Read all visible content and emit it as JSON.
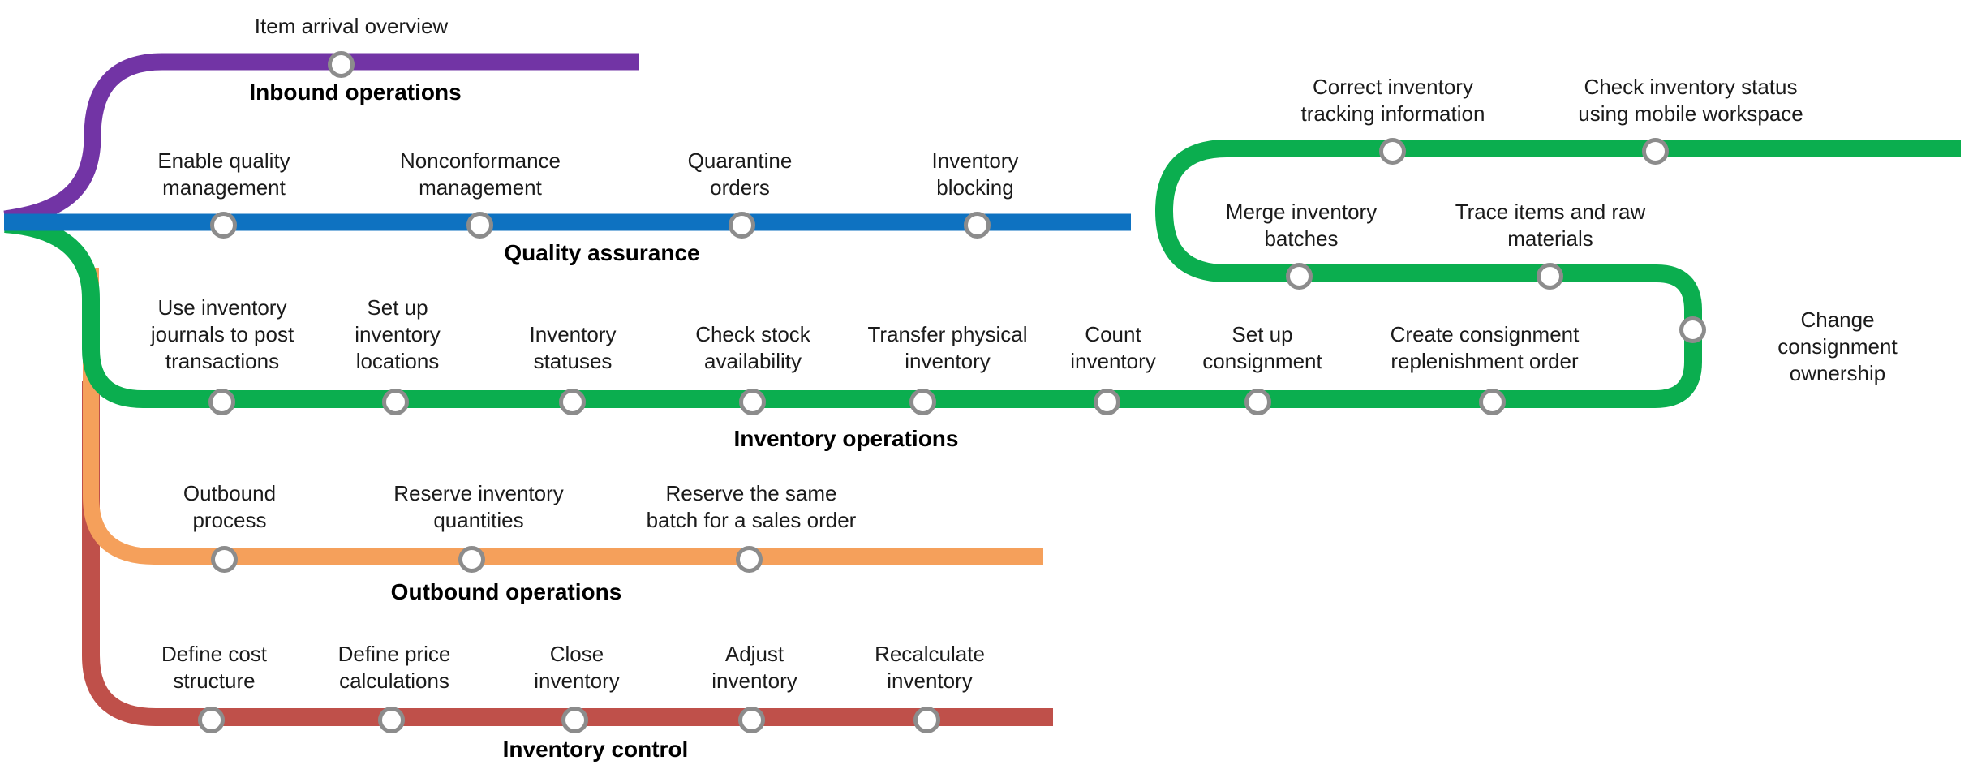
{
  "diagram": {
    "stop_ring_color": "#8C8C8C",
    "text_color": "#1B1B1B",
    "lines": [
      {
        "id": "inbound-operations",
        "name": "Inbound operations",
        "color": "#7234A5",
        "stops": [
          {
            "label": "Item arrival overview"
          }
        ]
      },
      {
        "id": "quality-assurance",
        "name": "Quality assurance",
        "color": "#0E72C1",
        "stops": [
          {
            "label": "Enable quality\nmanagement"
          },
          {
            "label": "Nonconformance\nmanagement"
          },
          {
            "label": "Quarantine\norders"
          },
          {
            "label": "Inventory\nblocking"
          }
        ]
      },
      {
        "id": "inventory-operations",
        "name": "Inventory operations",
        "color": "#0BAE4F",
        "stops": [
          {
            "label": "Use inventory\njournals to post\ntransactions"
          },
          {
            "label": "Set up\ninventory\nlocations"
          },
          {
            "label": "Inventory\nstatuses"
          },
          {
            "label": "Check stock\navailability"
          },
          {
            "label": "Transfer physical\ninventory"
          },
          {
            "label": "Count\ninventory"
          },
          {
            "label": "Set up\nconsignment"
          },
          {
            "label": "Create consignment\nreplenishment order"
          },
          {
            "label": "Change consignment\nownership"
          },
          {
            "label": "Trace items and raw\nmaterials"
          },
          {
            "label": "Merge inventory\nbatches"
          },
          {
            "label": "Correct inventory\ntracking information"
          },
          {
            "label": "Check inventory status\nusing mobile workspace"
          }
        ]
      },
      {
        "id": "outbound-operations",
        "name": "Outbound operations",
        "color": "#F5A05B",
        "stops": [
          {
            "label": "Outbound\nprocess"
          },
          {
            "label": "Reserve inventory\nquantities"
          },
          {
            "label": "Reserve the same\nbatch for a sales order"
          }
        ]
      },
      {
        "id": "inventory-control",
        "name": "Inventory control",
        "color": "#BF504A",
        "stops": [
          {
            "label": "Define cost\nstructure"
          },
          {
            "label": "Define price\ncalculations"
          },
          {
            "label": "Close\ninventory"
          },
          {
            "label": "Adjust\ninventory"
          },
          {
            "label": "Recalculate\ninventory"
          }
        ]
      }
    ]
  }
}
